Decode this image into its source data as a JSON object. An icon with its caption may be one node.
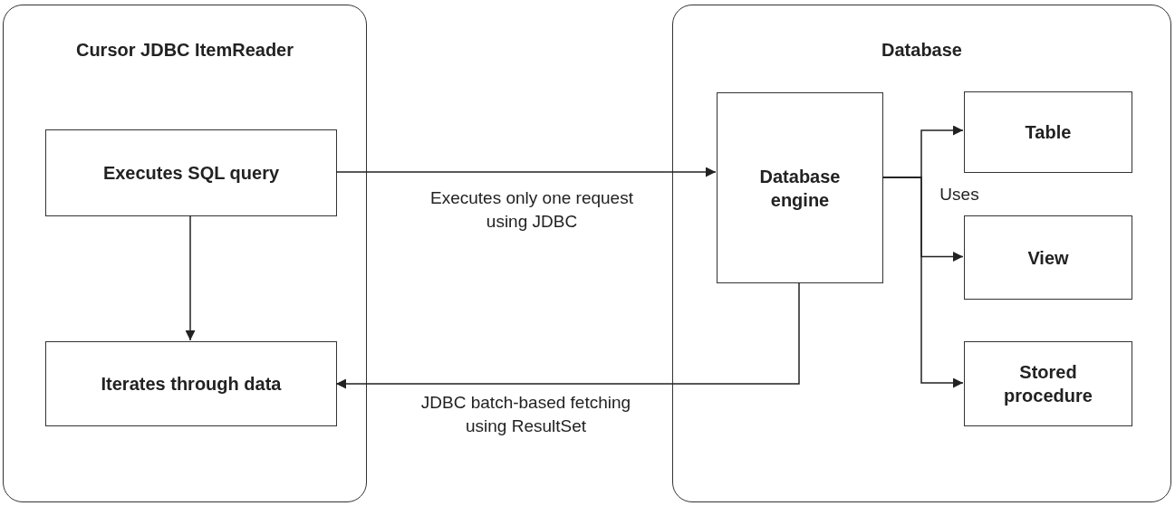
{
  "diagram": {
    "nodes": [
      {
        "text": [
          "Cursor JDBC ItemReader"
        ]
      },
      {
        "text": [
          "Executes SQL query"
        ],
        "in": 0
      },
      {
        "text": [
          "Iterates through data"
        ],
        "in": 0
      },
      {
        "text": [
          "Database"
        ]
      },
      {
        "text": [
          "Database engine"
        ],
        "in": 3
      },
      {
        "text": [
          "Table"
        ],
        "in": 3
      },
      {
        "text": [
          "View"
        ],
        "in": 3
      },
      {
        "text": [
          "Stored procedure"
        ],
        "in": 3
      }
    ],
    "edges": [
      {
        "from": 1,
        "to": 2,
        "arrow": "to"
      },
      {
        "from": 1,
        "to": 4,
        "arrow": "to",
        "label": "Executes only one request using JDBC"
      },
      {
        "from": 4,
        "to": 2,
        "arrow": "to",
        "label": "JDBC batch-based fetching using ResultSet"
      },
      {
        "from": 4,
        "to": 5,
        "arrow": "to"
      },
      {
        "from": 4,
        "to": 6,
        "arrow": "to",
        "label": "Uses"
      },
      {
        "from": 4,
        "to": 7,
        "arrow": "to"
      }
    ]
  }
}
